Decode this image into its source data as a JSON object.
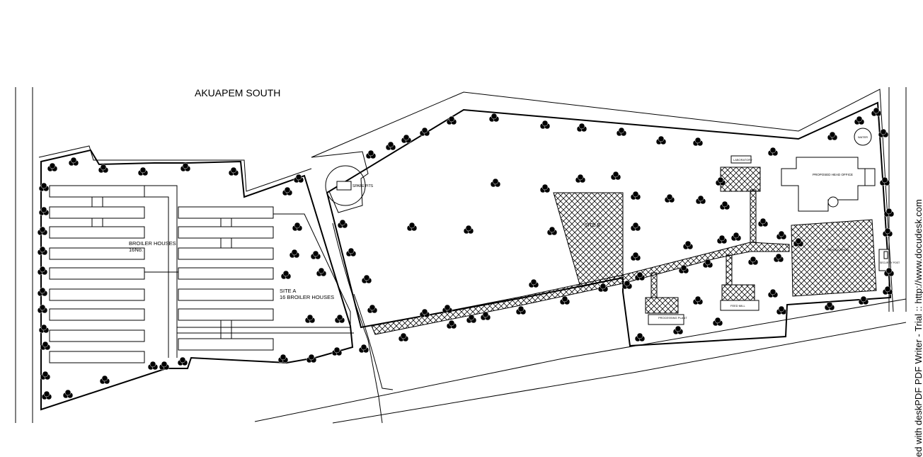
{
  "plan": {
    "region_title": "AKUAPEM SOUTH",
    "site_a": {
      "group_label_1": "BROILER HOUSES",
      "group_label_2": "16No.",
      "site_label_1": "SITE A",
      "site_label_2": "16 BROILER HOUSES"
    },
    "site_b": {
      "label": "SITE B",
      "small_building": "SPARE PITS",
      "head_office": "PROPOSED HEAD OFFICE",
      "laboratory": "LABORATORY",
      "processing_plant": "PROCESSING PLANT",
      "feed_mill": "FEED MILL",
      "paved_area": "PARKING SPACE",
      "security": "SECURITY POST",
      "tank": "WATER"
    }
  },
  "watermark": "ed with deskPDF PDF Writer - Trial :: http://www.docudesk.com",
  "colors": {
    "line": "#000000",
    "background": "#ffffff"
  }
}
